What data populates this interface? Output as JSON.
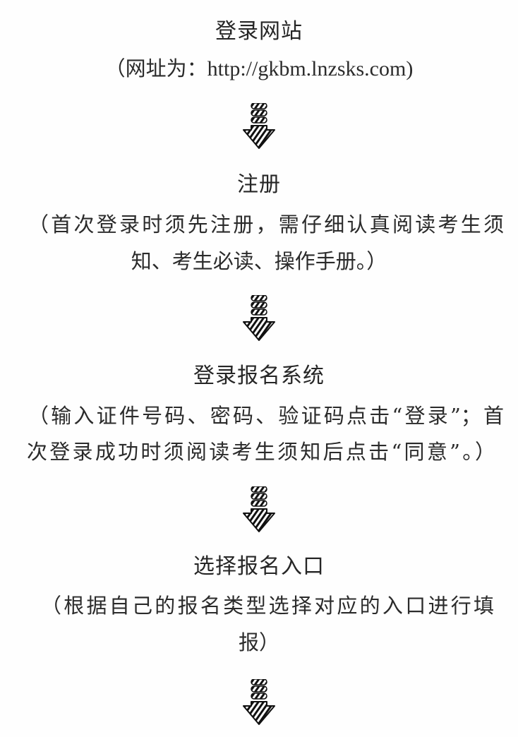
{
  "steps": [
    {
      "title": "登录网站",
      "lines": [
        "（网址为：",
        "http://gkbm.lnzsks.com)"
      ]
    },
    {
      "title": "注册",
      "lines": [
        "（首次登录时须先注册，需仔细认真阅读考生须",
        "知、考生必读、操作手册。）"
      ]
    },
    {
      "title": "登录报名系统",
      "lines": [
        "（输入证件号码、密码、验证码点击“登录”；首",
        "次登录成功时须阅读考生须知后点击“同意”。）"
      ]
    },
    {
      "title": "选择报名入口",
      "lines": [
        "（根据自己的报名类型选择对应的入口进行填",
        "报）"
      ]
    }
  ],
  "icons": {
    "step_arrow": "striped-down-arrow-icon"
  },
  "colors": {
    "text": "#2b2b2b",
    "background": "#fefefe",
    "arrow": "#111111"
  }
}
